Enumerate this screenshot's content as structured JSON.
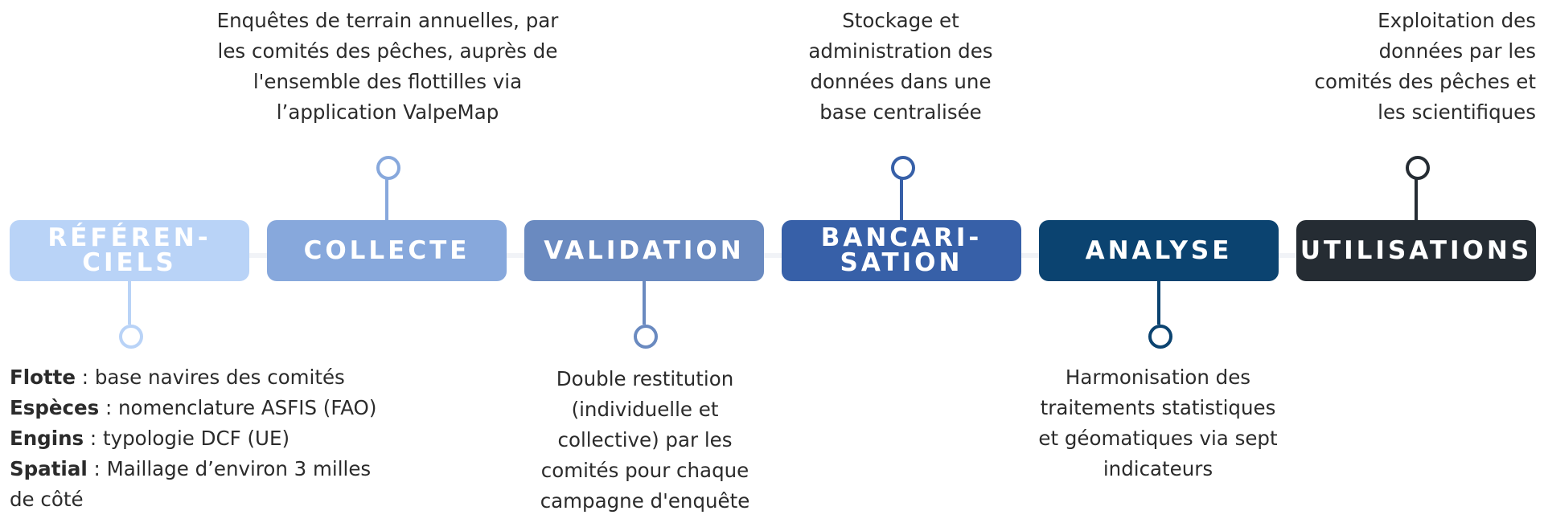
{
  "colors": {
    "referenciels": "#b9d3f7",
    "collecte": "#87a8dc",
    "validation": "#6a8ac0",
    "bancarisation": "#3760a8",
    "analyse": "#0b4370",
    "utilisations": "#252c33"
  },
  "steps": [
    {
      "label": "RÉFÉREN-\nCIELS"
    },
    {
      "label": "COLLECTE"
    },
    {
      "label": "VALIDATION"
    },
    {
      "label": "BANCARI-\nSATION"
    },
    {
      "label": "ANALYSE"
    },
    {
      "label": "UTILISATIONS"
    }
  ],
  "notes": {
    "referenciels": [
      {
        "term": "Flotte",
        "text": " : base navires des comités"
      },
      {
        "term": "Espèces",
        "text": " : nomenclature ASFIS (FAO)"
      },
      {
        "term": "Engins",
        "text": " : typologie DCF (UE)"
      },
      {
        "term": "Spatial",
        "text": " : Maillage d’environ 3 milles"
      },
      {
        "term": "",
        "text": "de côté"
      }
    ],
    "collecte": [
      "Enquêtes de terrain annuelles, par",
      "les comités des pêches, auprès de",
      "l'ensemble des flottilles via",
      "l’application ValpeMap"
    ],
    "validation": [
      "Double restitution",
      "(individuelle et",
      "collective) par les",
      "comités pour chaque",
      "campagne d'enquête"
    ],
    "bancarisation": [
      "Stockage et",
      "administration des",
      "données dans une",
      "base centralisée"
    ],
    "analyse": [
      "Harmonisation des",
      "traitements statistiques",
      "et géomatiques via sept",
      "indicateurs"
    ],
    "utilisations": [
      "Exploitation des",
      "données par les",
      "comités des pêches et",
      "les scientifiques"
    ]
  }
}
